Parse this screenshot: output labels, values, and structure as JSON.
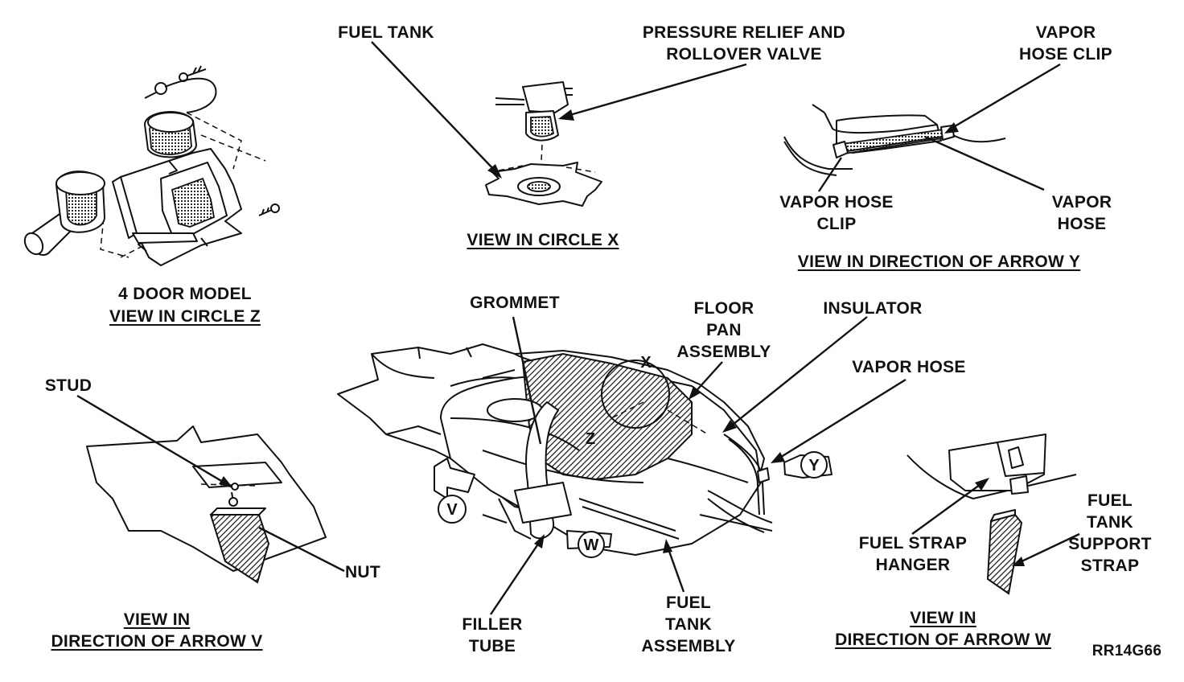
{
  "labels": {
    "fuel_tank": [
      "FUEL TANK"
    ],
    "pressure_relief": [
      "PRESSURE RELIEF AND",
      "ROLLOVER VALVE"
    ],
    "vapor_hose_clip_top": [
      "VAPOR",
      "HOSE CLIP"
    ],
    "vapor_hose_clip_left": [
      "VAPOR HOSE",
      "CLIP"
    ],
    "vapor_hose_right": [
      "VAPOR",
      "HOSE"
    ],
    "view_circle_x": [
      "VIEW IN CIRCLE X"
    ],
    "view_arrow_y": [
      "VIEW IN DIRECTION OF ARROW Y"
    ],
    "four_door_model": [
      "4 DOOR MODEL"
    ],
    "view_circle_z": [
      "VIEW IN CIRCLE Z"
    ],
    "grommet": [
      "GROMMET"
    ],
    "floor_pan": [
      "FLOOR",
      "PAN",
      "ASSEMBLY"
    ],
    "insulator": [
      "INSULATOR"
    ],
    "vapor_hose_main": [
      "VAPOR HOSE"
    ],
    "stud": [
      "STUD"
    ],
    "nut": [
      "NUT"
    ],
    "view_arrow_v": [
      "VIEW IN",
      "DIRECTION OF ARROW V"
    ],
    "filler_tube": [
      "FILLER",
      "TUBE"
    ],
    "fuel_tank_assembly": [
      "FUEL",
      "TANK",
      "ASSEMBLY"
    ],
    "fuel_strap_hanger": [
      "FUEL STRAP",
      "HANGER"
    ],
    "fuel_tank_support_strap": [
      "FUEL",
      "TANK",
      "SUPPORT",
      "STRAP"
    ],
    "view_arrow_w": [
      "VIEW IN",
      "DIRECTION OF ARROW W"
    ],
    "figure_code": [
      "RR14G66"
    ]
  },
  "callouts": {
    "x": "X",
    "y": "Y",
    "v": "V",
    "w": "W",
    "z": "Z"
  }
}
